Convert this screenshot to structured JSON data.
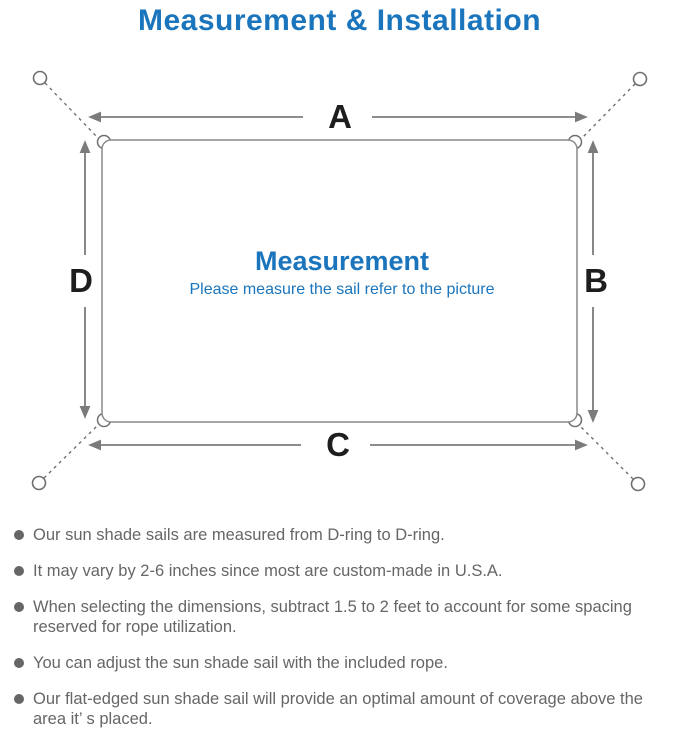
{
  "title": "Measurement & Installation",
  "diagram": {
    "side_labels": {
      "top": "A",
      "right": "B",
      "bottom": "C",
      "left": "D"
    },
    "center_heading": "Measurement",
    "center_subtitle": "Please measure the sail refer to the picture"
  },
  "notes": [
    "Our sun shade sails are measured from D-ring to D-ring.",
    "It may vary by 2-6 inches since most are custom-made in U.S.A.",
    "When selecting the dimensions, subtract 1.5 to 2 feet to account for some spacing reserved for rope utilization.",
    "You can adjust the sun shade sail with the included rope.",
    "Our flat-edged sun shade sail will provide an optimal amount of coverage above the area it’ s placed."
  ],
  "colors": {
    "title_blue": "#1b75bc",
    "center_text_blue": "#1b75bc",
    "label_black": "#1e1e1e",
    "line_gray": "#7b7b7b",
    "note_gray": "#666666"
  },
  "icons": {
    "anchor_points": "anchor-ring-icon",
    "sail_corners": "d-ring-icon",
    "bullets": "bullet-dot-icon"
  }
}
